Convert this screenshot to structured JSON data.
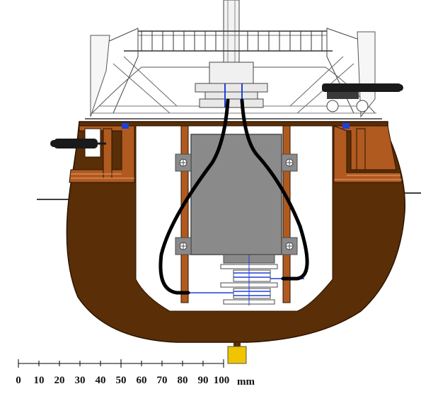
{
  "scale_bar": {
    "ticks": [
      "0",
      "10",
      "20",
      "30",
      "40",
      "50",
      "60",
      "70",
      "80",
      "90",
      "100"
    ],
    "unit": "mm"
  },
  "colors": {
    "hull": "#5a2e06",
    "timber": "#b05a20",
    "engine_block": "#8a8a8a",
    "engine_outline": "#4a4a4a",
    "cable": "#000000",
    "shaft_lines": "#1f3fd8",
    "keel_weight": "#f0c400",
    "background": "#ffffff"
  },
  "icons": [
    "cannon-icon",
    "bolt-plate-icon",
    "railing-icon"
  ]
}
